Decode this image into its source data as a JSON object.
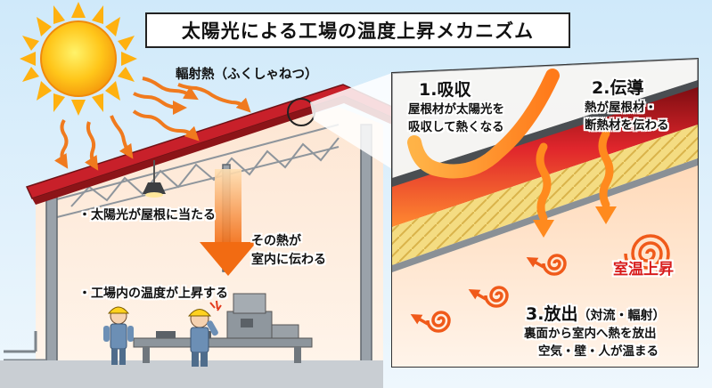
{
  "title": "太陽光による工場の温度上昇メカニズム",
  "radiation_label": "輻射熱（ふくしゃねつ）",
  "factory_notes": {
    "roof_hit": "・太陽光が屋根に当たる",
    "heat_transfer_line1": "その熱が",
    "heat_transfer_line2": "室内に伝わる",
    "temp_rise": "・工場内の温度が上昇する"
  },
  "steps": [
    {
      "heading": "1.吸収",
      "lines": [
        "屋根材が太陽光を",
        "吸収して熱くなる"
      ]
    },
    {
      "heading": "2.伝導",
      "lines": [
        "熱が屋根材・",
        "断熱材を伝わる"
      ]
    },
    {
      "heading": "3.放出",
      "heading_note": "（対流・輻射）",
      "lines": [
        "裏面から室内へ熱を放出",
        "空気・壁・人が温まる"
      ]
    }
  ],
  "room_temp_label": "室温上昇",
  "colors": {
    "sky": "#dff0fb",
    "sun": "#ffc61a",
    "roof": "#c8202a",
    "heat_arrow": "#f07a1e",
    "insulation": "#f3d77a",
    "accent_red": "#d81d1d"
  },
  "icons": [
    "sun-icon",
    "lamp-icon",
    "worker-icon",
    "machine-icon",
    "heat-spiral-icon",
    "magnifier-circle-icon"
  ]
}
